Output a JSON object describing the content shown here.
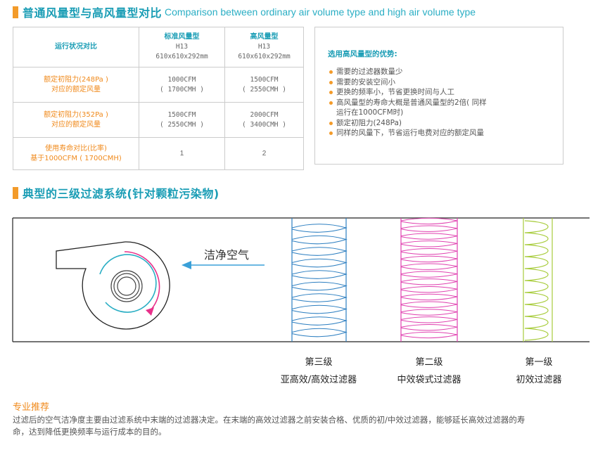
{
  "section1": {
    "title_zh": "普通风量型与高风量型对比",
    "title_en": "Comparison between ordinary air volume type and high air volume type"
  },
  "table": {
    "header": {
      "label": "运行状况对比",
      "col1": {
        "name": "标准风量型",
        "grade": "H13",
        "size": "610x610x292mm"
      },
      "col2": {
        "name": "高风量型",
        "grade": "H13",
        "size": "610x610x292mm"
      }
    },
    "rows": [
      {
        "label_line1": "额定初阻力(248Pa )",
        "label_line2": "对应的额定风量",
        "col1_line1": "1000CFM",
        "col1_line2": "( 1700CMH )",
        "col2_line1": "1500CFM",
        "col2_line2": "( 2550CMH )"
      },
      {
        "label_line1": "额定初阻力(352Pa )",
        "label_line2": "对应的额定风量",
        "col1_line1": "1500CFM",
        "col1_line2": "( 2550CMH )",
        "col2_line1": "2000CFM",
        "col2_line2": "( 3400CMH )"
      },
      {
        "label_line1": "使用寿命对比(比率)",
        "label_line2": "基于1000CFM ( 1700CMH)",
        "col1_line1": "1",
        "col1_line2": "",
        "col2_line1": "2",
        "col2_line2": ""
      }
    ]
  },
  "advantages": {
    "title": "选用高风量型的优势:",
    "items": [
      "需要的过滤器数量少",
      "需要的安装空间小",
      "更换的频率小，节省更换时间与人工",
      "高风量型的寿命大概是普通风量型的2倍( 同样",
      "额定初阻力(248Pa)",
      "同样的风量下，节省运行电费对应的额定风量"
    ],
    "item3_cont": "运行在1000CFM时)"
  },
  "section2": {
    "title_zh": "典型的三级过滤系统(针对颗粒污染物)"
  },
  "diagram": {
    "airflow_label": "洁净空气",
    "stages": [
      {
        "line1": "第三级",
        "line2": "亚高效/高效过滤器",
        "color": "#2d7fc1"
      },
      {
        "line1": "第二级",
        "line2": "中效袋式过滤器",
        "color": "#e040b0"
      },
      {
        "line1": "第一级",
        "line2": "初效过滤器",
        "color": "#a8cc3c"
      }
    ],
    "arrow_color": "#3aa0d8",
    "fan_arrow_color": "#e8308a",
    "fan_ring_color": "#2aaec4"
  },
  "recommend": {
    "title": "专业推荐",
    "body": "过滤后的空气洁净度主要由过滤系统中末端的过滤器决定。在末端的高效过滤器之前安装合格、优质的初/中效过滤器，能够延长高效过滤器的寿命，达到降低更换频率与运行成本的目的。"
  }
}
